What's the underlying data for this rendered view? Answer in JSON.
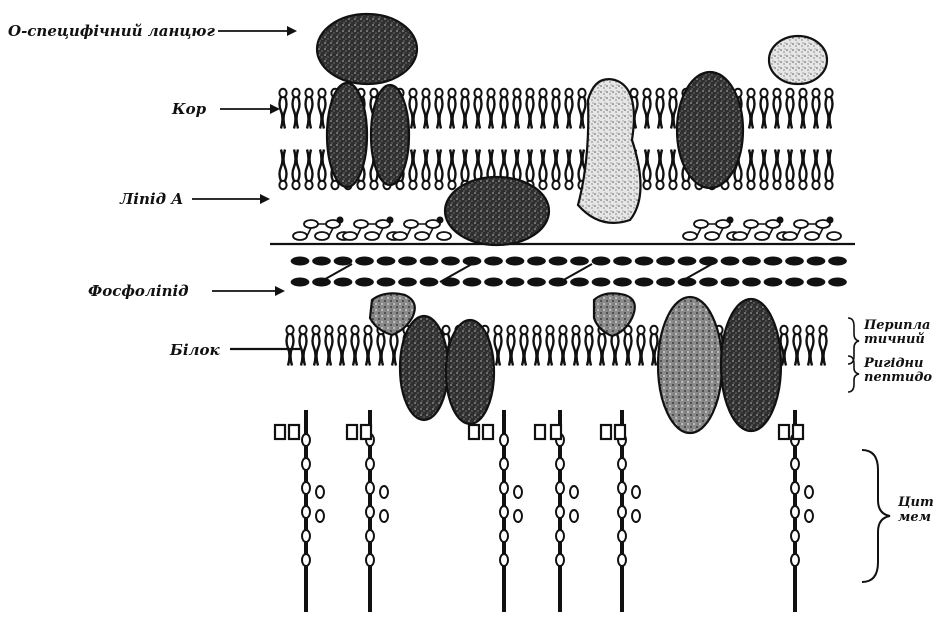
{
  "labels": {
    "o_chain": "О-специфічний ланцюг",
    "core": "Кор",
    "lipid_a": "Ліпід А",
    "phospholipid": "Фосфоліпід",
    "protein": "Білок"
  },
  "right_labels": {
    "periplasmic_1": "Перипла",
    "periplasmic_2": "тичний",
    "rigid_1": "Ригідни",
    "rigid_2": "пептидо",
    "cyto_1": "Цит",
    "cyto_2": "мем"
  },
  "colors": {
    "ink": "#111111",
    "dark_protein": "#2a2a2a",
    "light_protein": "#d9d9d9",
    "background": "#ffffff"
  }
}
